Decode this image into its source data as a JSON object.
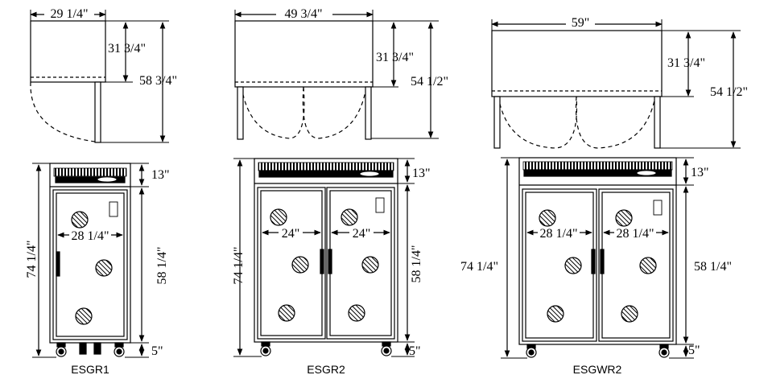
{
  "units": [
    {
      "model": "ESGR1",
      "top_view": {
        "width": "29 1/4\"",
        "depth": "31 3/4\"",
        "depth_open": "58 3/4\""
      },
      "front_view": {
        "grille": "13\"",
        "total_height": "74 1/4\"",
        "door_height": "58 1/4\"",
        "door_width": "28 1/4\"",
        "base": "5\""
      }
    },
    {
      "model": "ESGR2",
      "top_view": {
        "width": "49 3/4\"",
        "depth": "31 3/4\"",
        "depth_open": "54 1/2\""
      },
      "front_view": {
        "grille": "13\"",
        "total_height": "74 1/4\"",
        "door_height": "58 1/4\"",
        "door_width_left": "24\"",
        "door_width_right": "24\"",
        "base": "5\""
      }
    },
    {
      "model": "ESGWR2",
      "top_view": {
        "width": "59\"",
        "depth": "31 3/4\"",
        "depth_open": "54 1/2\""
      },
      "front_view": {
        "grille": "13\"",
        "total_height": "74 1/4\"",
        "door_height": "58 1/4\"",
        "door_width_left": "28 1/4\"",
        "door_width_right": "28 1/4\"",
        "base": "5\""
      }
    }
  ]
}
